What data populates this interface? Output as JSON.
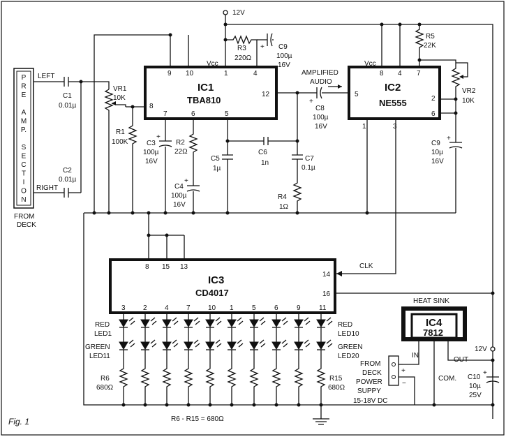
{
  "labels": {
    "pre_amp": [
      "P",
      "R",
      "E",
      "",
      "A",
      "M",
      "P.",
      "",
      "S",
      "E",
      "C",
      "T",
      "I",
      "O",
      "N"
    ],
    "from_deck_bottom": [
      "FROM",
      "DECK"
    ],
    "left": "LEFT",
    "right": "RIGHT",
    "c1": [
      "C1",
      "0.01µ"
    ],
    "c2": [
      "C2",
      "0.01µ"
    ],
    "vr1": [
      "VR1",
      "10K"
    ],
    "r1": [
      "R1",
      "100K"
    ],
    "supply_12v_top": "12V",
    "r3": [
      "R3",
      "220Ω"
    ],
    "c9_top": [
      "C9",
      "100µ",
      "16V"
    ],
    "vcc_ic1": "Vcc",
    "vcc_ic2": "Vcc",
    "ic1": [
      "IC1",
      "TBA810"
    ],
    "ic2": [
      "IC2",
      "NE555"
    ],
    "ic3": [
      "IC3",
      "CD4017"
    ],
    "ic4": [
      "IC4",
      "7812"
    ],
    "amplified_audio": [
      "AMPLIFIED",
      "AUDIO"
    ],
    "c8": [
      "C8",
      "100µ",
      "16V"
    ],
    "r5": [
      "R5",
      "22K"
    ],
    "vr2": [
      "VR2",
      "10K"
    ],
    "c3": [
      "C3",
      "100µ",
      "16V"
    ],
    "r2": [
      "R2",
      "22Ω"
    ],
    "c5": [
      "C5",
      "1µ"
    ],
    "c6": [
      "C6",
      "1n"
    ],
    "c7": [
      "C7",
      "0.1µ"
    ],
    "c4": [
      "C4",
      "100µ",
      "16V"
    ],
    "r4": [
      "R4",
      "1Ω"
    ],
    "c9_right": [
      "C9",
      "10µ",
      "16V"
    ],
    "clk": "CLK",
    "heat_sink": "HEAT SINK",
    "in": "IN",
    "out": "OUT",
    "com": "COM.",
    "supply_12v_right": "12V",
    "c10": [
      "C10",
      "10µ",
      "25V"
    ],
    "from_deck_supply": [
      "FROM",
      "DECK",
      "POWER",
      "SUPPY"
    ],
    "supply_range": "15-18V DC",
    "plus": "+",
    "minus": "−",
    "red_led1": [
      "RED",
      "LED1"
    ],
    "red_led10": [
      "RED",
      "LED10"
    ],
    "green_led11": [
      "GREEN",
      "LED11"
    ],
    "green_led20": [
      "GREEN",
      "LED20"
    ],
    "r6": [
      "R6",
      "680Ω"
    ],
    "r15": [
      "R15",
      "680Ω"
    ],
    "resistor_note": "R6 - R15 = 680Ω",
    "fig": "Fig. 1"
  },
  "pins": {
    "ic1": {
      "p9": "9",
      "p10": "10",
      "p1": "1",
      "p4": "4",
      "p8": "8",
      "p12": "12",
      "p7": "7",
      "p6": "6",
      "p5": "5"
    },
    "ic2": {
      "p8": "8",
      "p4": "4",
      "p7": "7",
      "p5": "5",
      "p2": "2",
      "p6": "6",
      "p1": "1",
      "p3": "3"
    },
    "ic3": {
      "p8": "8",
      "p15": "15",
      "p13": "13",
      "p14": "14",
      "p16": "16"
    },
    "ic3_outputs": [
      "3",
      "2",
      "4",
      "7",
      "10",
      "1",
      "5",
      "6",
      "9",
      "11"
    ]
  }
}
